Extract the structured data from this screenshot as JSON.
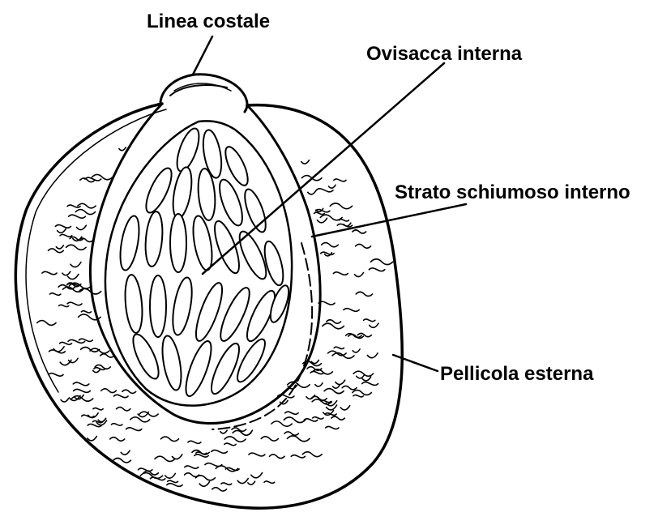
{
  "labels": {
    "costal_line": "Linea costale",
    "inner_ovisac": "Ovisacca interna",
    "inner_foam_layer": "Strato schiumoso interno",
    "outer_pellicle": "Pellicola esterna"
  },
  "colors": {
    "ink": "#000000",
    "background": "#ffffff"
  }
}
